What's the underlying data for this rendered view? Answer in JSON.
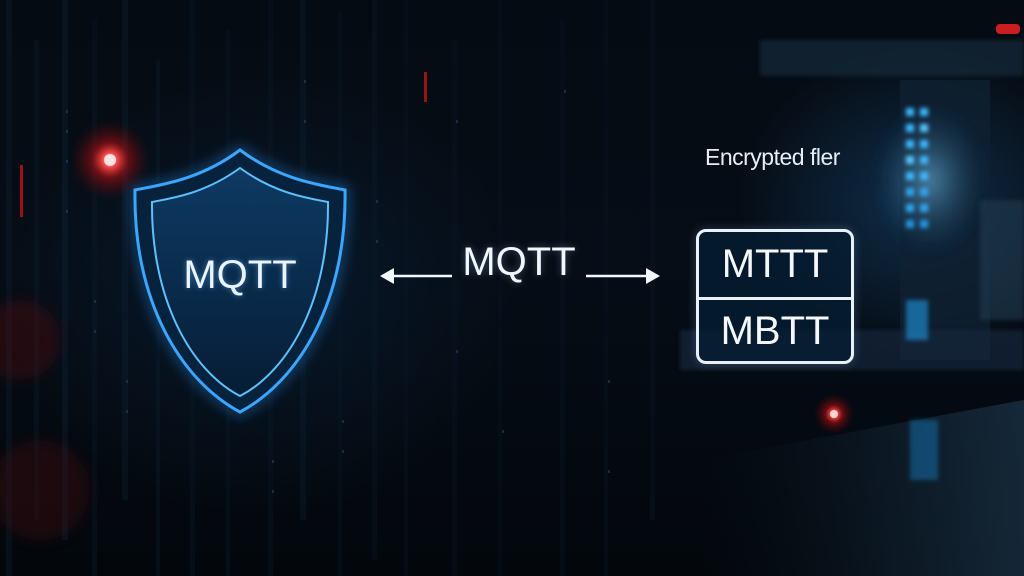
{
  "shield": {
    "label": "MQTT",
    "icon": "shield-icon",
    "glow_color": "#3aa6ff"
  },
  "connection": {
    "label": "MQTT",
    "icon": "bidirectional-arrow-icon"
  },
  "caption": {
    "text": "Encrypted fler"
  },
  "stack_box": {
    "rows": [
      "MTTT",
      "MBTT"
    ]
  },
  "colors": {
    "background": "#03070c",
    "accent_blue": "#3aa6ff",
    "indicator_red": "#ff2a2a",
    "text_white": "#f2f7fb"
  }
}
